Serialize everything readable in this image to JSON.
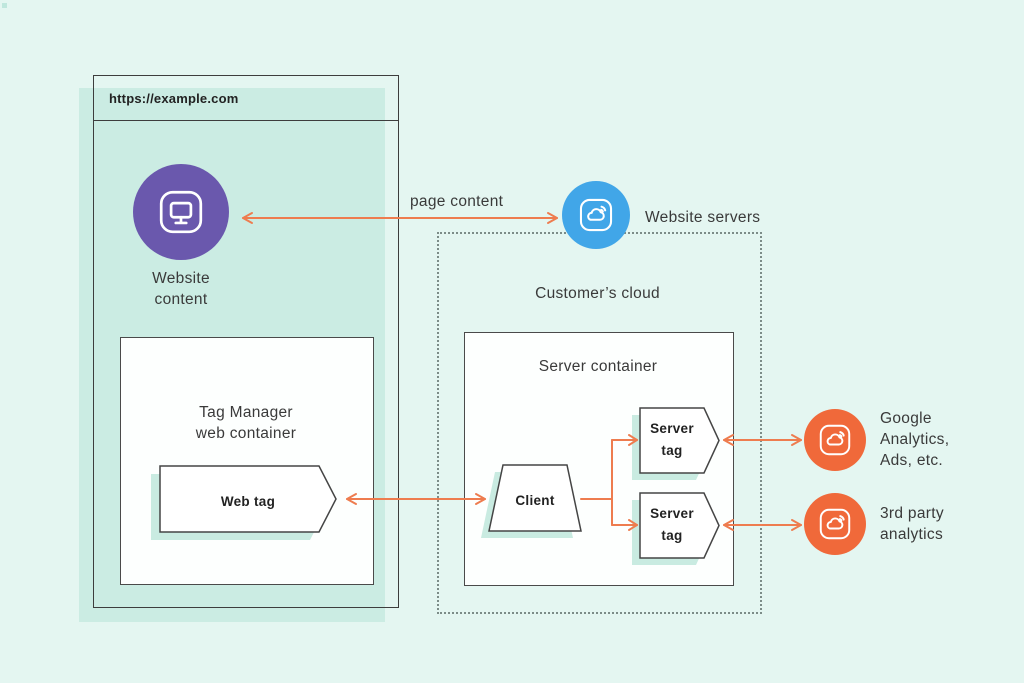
{
  "title": "Server-side tagging diagram",
  "colors": {
    "background": "#e4f6f1",
    "shadow_teal": "#cbece3",
    "purple_circle": "#6a58ad",
    "blue_circle": "#41a6e8",
    "orange_circle": "#f0693a",
    "arrow_orange": "#ee7c4f",
    "box_border": "#3d3d3d"
  },
  "browser": {
    "url": "https://example.com"
  },
  "nodes": {
    "website_content": {
      "lines": [
        "Website",
        "content"
      ]
    },
    "website_servers": {
      "label": "Website servers"
    },
    "customers_cloud": {
      "label": "Customer’s cloud"
    },
    "server_container": {
      "label": "Server container"
    },
    "tag_manager": {
      "lines": [
        "Tag Manager",
        "web container"
      ]
    },
    "web_tag": {
      "label": "Web tag"
    },
    "client": {
      "label": "Client"
    },
    "server_tag_top": {
      "lines": [
        "Server",
        "tag"
      ]
    },
    "server_tag_bottom": {
      "lines": [
        "Server",
        "tag"
      ]
    },
    "google_analytics": {
      "lines": [
        "Google",
        "Analytics,",
        "Ads, etc."
      ]
    },
    "third_party_analytics": {
      "lines": [
        "3rd party",
        "analytics"
      ]
    }
  },
  "edges": {
    "page_content_label": "page content"
  }
}
